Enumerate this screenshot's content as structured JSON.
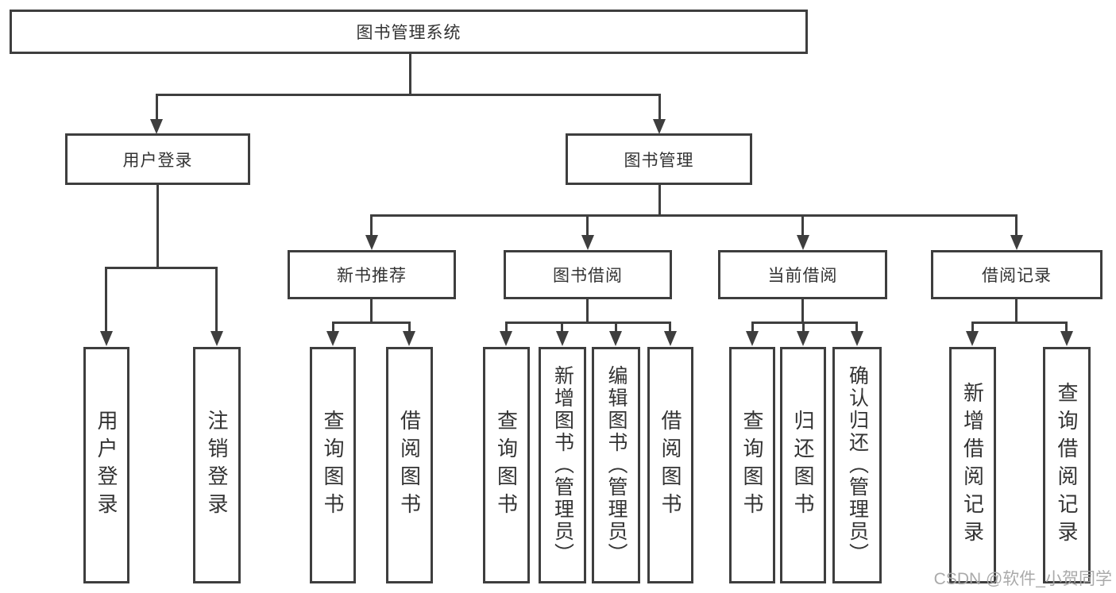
{
  "watermark": "CSDN @软件_小贺同学",
  "colors": {
    "line": "#3e3e3e",
    "text": "#333333",
    "background": "#ffffff",
    "watermark": "#a5a5a5"
  },
  "tree": {
    "root": {
      "label": "图书管理系统"
    },
    "branches": [
      {
        "label": "用户登录",
        "children": [
          {
            "label": "用户登录"
          },
          {
            "label": "注销登录"
          }
        ]
      },
      {
        "label": "图书管理",
        "children": [
          {
            "label": "新书推荐",
            "children": [
              {
                "label": "查询图书"
              },
              {
                "label": "借阅图书"
              }
            ]
          },
          {
            "label": "图书借阅",
            "children": [
              {
                "label": "查询图书"
              },
              {
                "label": "新增图书（管理员）"
              },
              {
                "label": "编辑图书（管理员）"
              },
              {
                "label": "借阅图书"
              }
            ]
          },
          {
            "label": "当前借阅",
            "children": [
              {
                "label": "查询图书"
              },
              {
                "label": "归还图书"
              },
              {
                "label": "确认归还（管理员）"
              }
            ]
          },
          {
            "label": "借阅记录",
            "children": [
              {
                "label": "新增借阅记录"
              },
              {
                "label": "查询借阅记录"
              }
            ]
          }
        ]
      }
    ]
  }
}
